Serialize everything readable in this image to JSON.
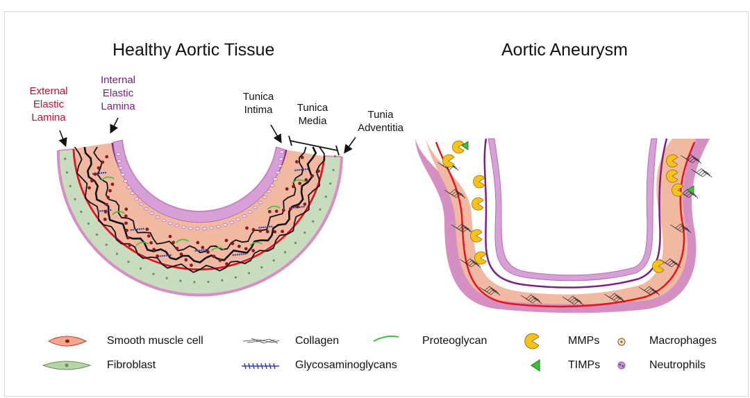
{
  "titles": {
    "healthy": "Healthy Aortic Tissue",
    "aneurysm": "Aortic Aneurysm"
  },
  "labels": {
    "external_elastic_lamina": "External\nElastic\nLamina",
    "internal_elastic_lamina": "Internal\nElastic\nLamina",
    "tunica_intima": "Tunica\nIntima",
    "tunica_media": "Tunica\nMedia",
    "tunica_adventitia": "Tunia\nAdventitia"
  },
  "legend": {
    "smooth_muscle_cell": "Smooth muscle cell",
    "fibroblast": "Fibroblast",
    "collagen": "Collagen",
    "glycosaminoglycans": "Glycosaminoglycans",
    "proteoglycan": "Proteoglycan",
    "mmps": "MMPs",
    "timps": "TIMPs",
    "macrophages": "Macrophages",
    "neutrophils": "Neutrophils"
  },
  "colors": {
    "adventitia": "#d58fc1",
    "media": "#f2b9a2",
    "intima": "#d7a0d6",
    "external_lamina": "#e8141c",
    "internal_lamina": "#7b1f82",
    "elastin": "#111111",
    "proteoglycan": "#3cc13c",
    "gag": "#2e3fa0",
    "mmp": "#f6c21c",
    "timp": "#3cc13c",
    "ext_label": "#c8102e",
    "int_label": "#7b1f82"
  }
}
